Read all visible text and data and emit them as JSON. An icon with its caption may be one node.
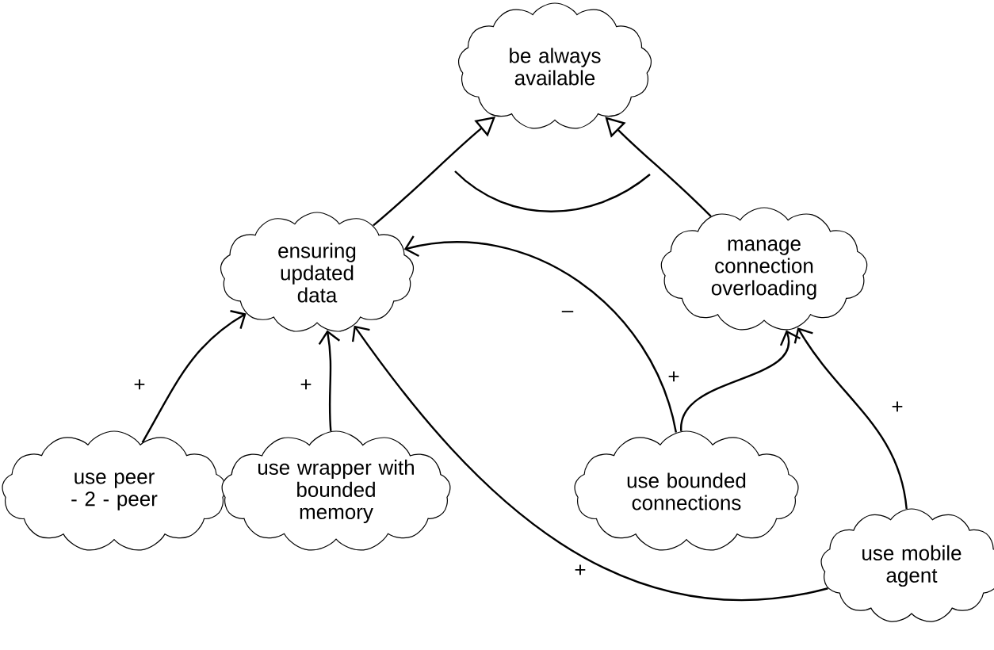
{
  "diagram": {
    "nodes": [
      {
        "text": [
          "be always available"
        ]
      },
      {
        "text": [
          "ensuring updated data"
        ]
      },
      {
        "text": [
          "manage connection overloading"
        ]
      },
      {
        "text": [
          "use peer - 2 - peer"
        ]
      },
      {
        "text": [
          "use wrapper with bounded memory"
        ]
      },
      {
        "text": [
          "use bounded connections"
        ]
      },
      {
        "text": [
          "use mobile agent"
        ]
      }
    ],
    "edges": [
      {
        "from": 1,
        "to": 0,
        "arrow": "to"
      },
      {
        "from": 2,
        "to": 0,
        "arrow": "to"
      },
      {
        "from": 3,
        "to": 1,
        "arrow": "to",
        "label": "+"
      },
      {
        "from": 4,
        "to": 1,
        "arrow": "to",
        "label": "+"
      },
      {
        "from": 5,
        "to": 1,
        "arrow": "to",
        "label": "–"
      },
      {
        "from": 5,
        "to": 2,
        "arrow": "to",
        "label": "+"
      },
      {
        "from": 6,
        "to": 2,
        "arrow": "to",
        "label": "+"
      },
      {
        "from": 6,
        "to": 1,
        "arrow": "to",
        "label": "+"
      }
    ]
  }
}
